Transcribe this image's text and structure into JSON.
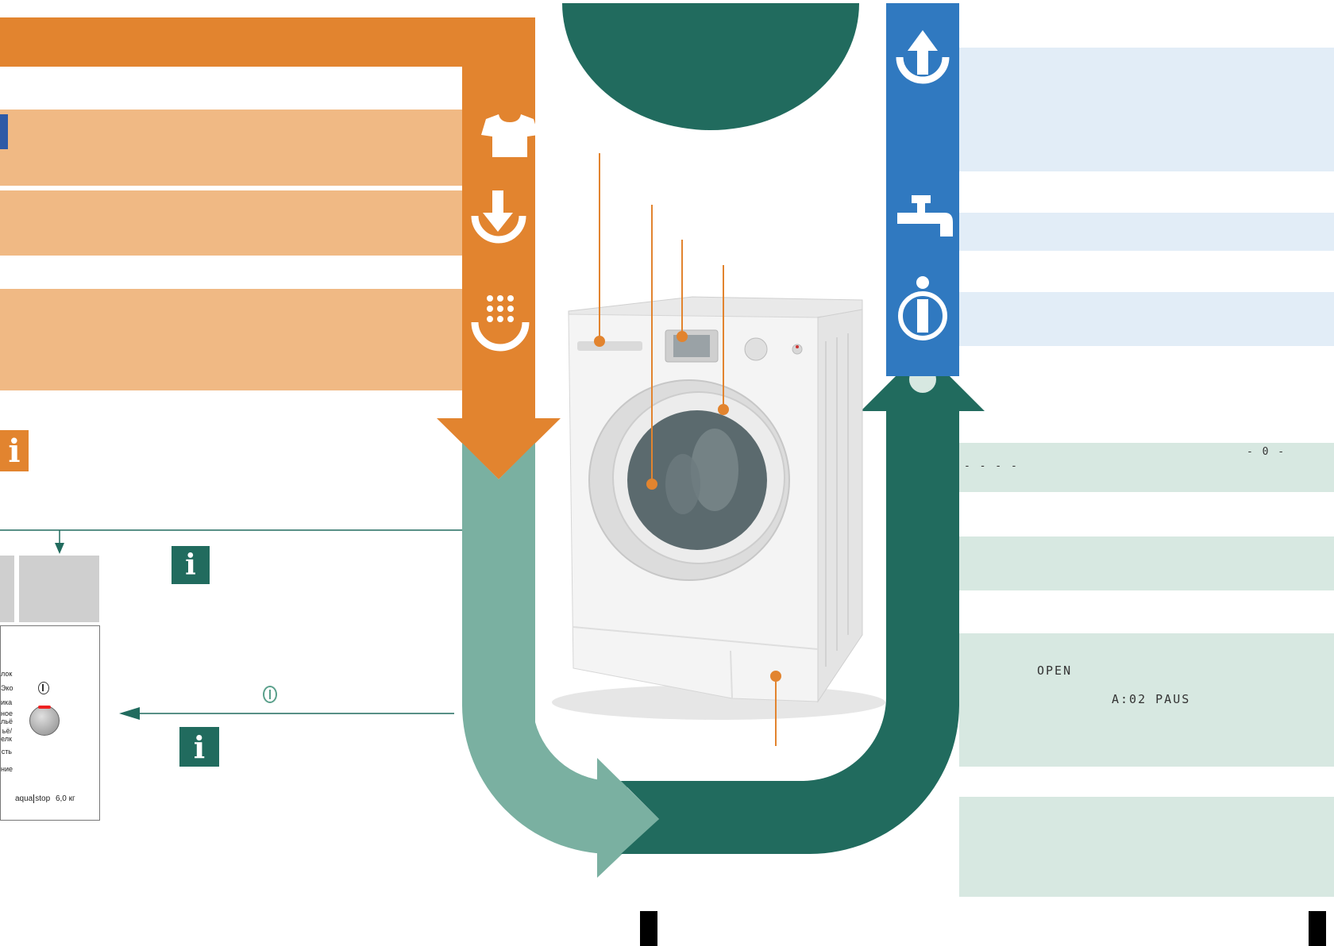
{
  "control_panel": {
    "program_labels": [
      "лок",
      "Эко",
      "ика",
      "ное",
      "льё",
      "ьё/",
      "елк",
      "сть",
      "ние"
    ],
    "brand": "aqua",
    "brand_suffix": "stop",
    "capacity": "6,0 кг"
  },
  "display": {
    "dashes": "- - - -",
    "zero": "- 0 -",
    "open": "OPEN",
    "status": "A:02 PAUS"
  },
  "icons": {
    "info_orange": "info-icon",
    "info_green": "info-icon",
    "shirt": "shirt-icon",
    "load_down": "arrow-down-icon",
    "detergent": "detergent-icon",
    "unload_up": "arrow-up-icon",
    "tap": "tap-icon",
    "info_circle": "info-circle-icon",
    "on_off": "power-icon"
  },
  "colors": {
    "orange": "#e2842f",
    "orange_light": "#f0b984",
    "green_dark": "#216b5e",
    "green_light": "#7ab0a1",
    "blue": "#3079c0"
  }
}
